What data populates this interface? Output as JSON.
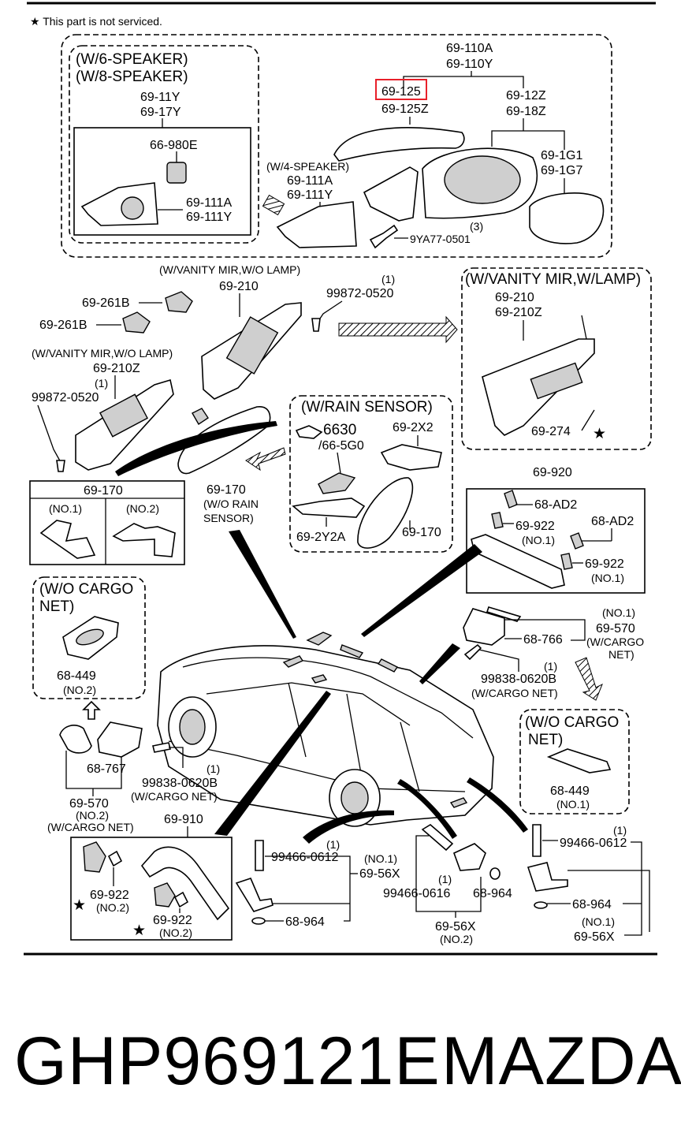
{
  "header": {
    "note": "★ This part is not serviced."
  },
  "groups": {
    "mirror_6_8_speaker": [
      "(W/6-SPEAKER)",
      "(W/8-SPEAKER)"
    ],
    "mirror_4_speaker": "(W/4-SPEAKER)",
    "vanity_wo_lamp_top": "(W/VANITY MIR,W/O LAMP)",
    "vanity_wo_lamp_left": "(W/VANITY MIR,W/O LAMP)",
    "vanity_w_lamp": "(W/VANITY MIR,W/LAMP)",
    "rain_sensor": "(W/RAIN SENSOR)",
    "wo_cargo_net_left": [
      "(W/O CARGO",
      "NET)"
    ],
    "wo_cargo_net_right": [
      "(W/O CARGO",
      "NET)"
    ]
  },
  "parts": {
    "p_69_110": [
      "69-110A",
      "69-110Y"
    ],
    "p_69_125": [
      "69-125",
      "69-125Z"
    ],
    "p_69_12z": [
      "69-12Z",
      "69-18Z"
    ],
    "p_69_1g": [
      "69-1G1",
      "69-1G7"
    ],
    "p_69_11y": [
      "69-11Y",
      "69-17Y"
    ],
    "p_66_980e": "66-980E",
    "p_69_111_left": [
      "69-111A",
      "69-111Y"
    ],
    "p_69_111_mid": [
      "69-111A",
      "69-111Y"
    ],
    "p_9ya77": {
      "qty": "(3)",
      "code": "9YA77-0501"
    },
    "p_69_261b_1": "69-261B",
    "p_69_261b_2": "69-261B",
    "p_69_210": "69-210",
    "p_99872_right": {
      "qty": "(1)",
      "code": "99872-0520"
    },
    "p_69_210_lamp": [
      "69-210",
      "69-210Z"
    ],
    "p_69_274": "69-274",
    "p_69_210z": "69-210Z",
    "p_99872_left": {
      "qty": "(1)",
      "code": "99872-0520"
    },
    "p_69_170_table": {
      "title": "69-170",
      "col1": "(NO.1)",
      "col2": "(NO.2)"
    },
    "p_69_170_center": [
      "69-170",
      "(W/O RAIN",
      "SENSOR)"
    ],
    "p_6630": [
      "6630",
      "/66-5G0"
    ],
    "p_69_2x2": "69-2X2",
    "p_69_2y2a": "69-2Y2A",
    "p_69_170_rain": "69-170",
    "p_69_920": "69-920",
    "p_68_ad2_1": "68-AD2",
    "p_69_922_a": [
      "69-922",
      "(NO.1)"
    ],
    "p_68_ad2_2": "68-AD2",
    "p_69_922_b": [
      "69-922",
      "(NO.1)"
    ],
    "p_68_449_left": [
      "68-449",
      "(NO.2)"
    ],
    "p_69_570_right": [
      "(NO.1)",
      "69-570",
      "(W/CARGO",
      "NET)"
    ],
    "p_68_766": "68-766",
    "p_99838_right": [
      "(1)",
      "99838-0620B",
      "(W/CARGO NET)"
    ],
    "p_68_449_right": [
      "68-449",
      "(NO.1)"
    ],
    "p_68_767": "68-767",
    "p_99838_left": [
      "(1)",
      "99838-0620B",
      "(W/CARGO NET)"
    ],
    "p_69_570_left": [
      "69-570",
      "(NO.2)",
      "(W/CARGO NET)"
    ],
    "p_69_910": "69-910",
    "p_69_922_c": [
      "69-922",
      "(NO.2)"
    ],
    "p_69_922_d": [
      "69-922",
      "(NO.2)"
    ],
    "p_99466_a": {
      "qty": "(1)",
      "code": "99466-0612"
    },
    "p_69_56x_a": {
      "qty": "(NO.1)",
      "code": "69-56X"
    },
    "p_68_964_a": "68-964",
    "p_99466_b": {
      "qty": "(1)",
      "code": "99466-0616"
    },
    "p_68_964_b": "68-964",
    "p_69_56x_b": [
      "69-56X",
      "(NO.2)"
    ],
    "p_99466_c": {
      "qty": "(1)",
      "code": "99466-0612"
    },
    "p_68_964_c": "68-964",
    "p_69_56x_c": [
      "(NO.1)",
      "69-56X"
    ]
  },
  "highlight_color": "#e8202a",
  "footer": {
    "part_number": "GHP969121E",
    "brand": "MAZDA"
  }
}
